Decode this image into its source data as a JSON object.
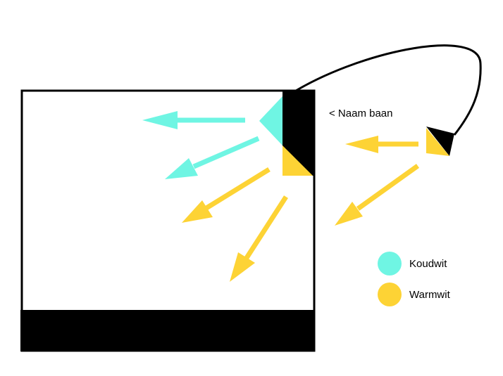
{
  "colors": {
    "cold_white": "#6ff5e3",
    "warm_white": "#fdd335",
    "outline": "#000000",
    "background": "#ffffff"
  },
  "labels": {
    "track_name": "< Naam baan"
  },
  "legend": [
    {
      "key": "cold",
      "label": "Koudwit"
    },
    {
      "key": "warm",
      "label": "Warmwit"
    }
  ]
}
